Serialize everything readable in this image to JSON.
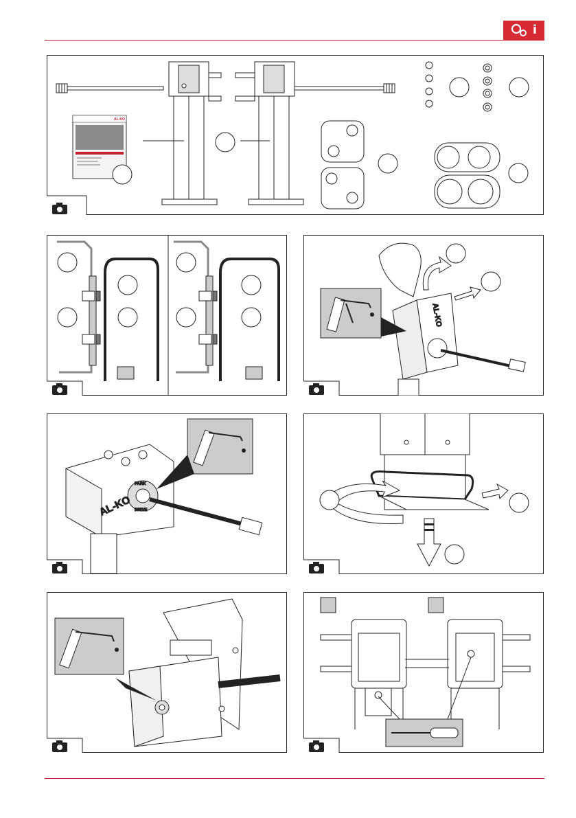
{
  "header": {
    "badge_icons": [
      "gear-icon",
      "info-icon"
    ],
    "badge_info_glyph": "i",
    "accent_color": "#d62a35"
  },
  "figures": [
    {
      "id": "parts-overview",
      "camera_icon": "camera-icon"
    },
    {
      "id": "mounting-comparison",
      "camera_icon": "camera-icon"
    },
    {
      "id": "lubricate-park-brake",
      "camera_icon": "camera-icon"
    },
    {
      "id": "lubricate-crank-housing",
      "camera_icon": "camera-icon"
    },
    {
      "id": "rotate-and-lower-foot",
      "camera_icon": "camera-icon"
    },
    {
      "id": "lubricate-inner-tube",
      "camera_icon": "camera-icon"
    },
    {
      "id": "screwdriver-adjust",
      "camera_icon": "camera-icon"
    }
  ],
  "manual_cover": {
    "brand": "AL-KO"
  },
  "crank_housing": {
    "brand": "AL-KO",
    "ring_text_top": "PARK",
    "ring_text_bottom": "DRIVE"
  }
}
